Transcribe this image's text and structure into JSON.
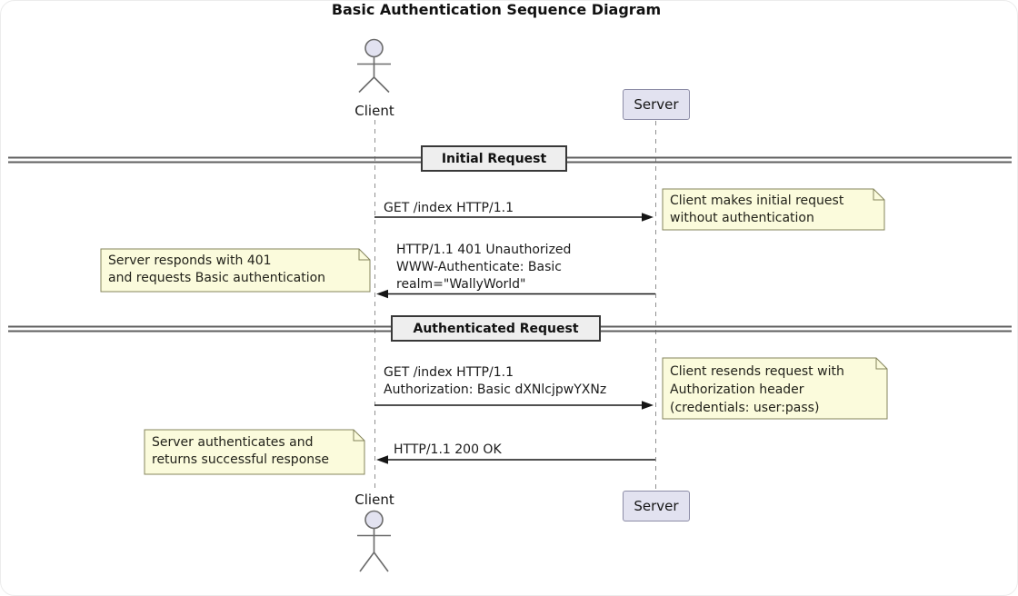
{
  "diagram_type": "sequence-diagram",
  "title": "Basic Authentication Sequence Diagram",
  "participants": {
    "client": {
      "label": "Client",
      "kind": "actor"
    },
    "server": {
      "label": "Server",
      "kind": "participant"
    }
  },
  "dividers": [
    {
      "label": "Initial Request"
    },
    {
      "label": "Authenticated Request"
    }
  ],
  "messages": [
    {
      "from": "client",
      "to": "server",
      "direction": "right",
      "lines": [
        "GET /index HTTP/1.1"
      ]
    },
    {
      "from": "server",
      "to": "client",
      "direction": "left",
      "lines": [
        "HTTP/1.1 401 Unauthorized",
        "WWW-Authenticate: Basic",
        "realm=\"WallyWorld\""
      ]
    },
    {
      "from": "client",
      "to": "server",
      "direction": "right",
      "lines": [
        "GET /index HTTP/1.1",
        "Authorization: Basic dXNlcjpwYXNz"
      ]
    },
    {
      "from": "server",
      "to": "client",
      "direction": "left",
      "lines": [
        "HTTP/1.1 200 OK"
      ]
    }
  ],
  "notes": [
    {
      "side": "right",
      "lines": [
        "Client makes initial request",
        "without authentication"
      ]
    },
    {
      "side": "left",
      "lines": [
        "Server responds with 401",
        "and requests Basic authentication"
      ]
    },
    {
      "side": "right",
      "lines": [
        "Client resends request with",
        "Authorization header",
        "(credentials: user:pass)"
      ]
    },
    {
      "side": "left",
      "lines": [
        "Server authenticates and",
        "returns successful response"
      ]
    }
  ],
  "colors": {
    "background": "#FFFFFF",
    "participant_fill": "#E2E2F0",
    "participant_border": "#8C8CA6",
    "note_fill": "#FBFBDC",
    "note_border": "#84845C",
    "divider_box_fill": "#EEEEEE",
    "divider_box_border": "#383838",
    "divider_line": "#5F5F5F",
    "lifeline": "#909090",
    "arrow": "#161616",
    "text": "#1A1A1A"
  }
}
